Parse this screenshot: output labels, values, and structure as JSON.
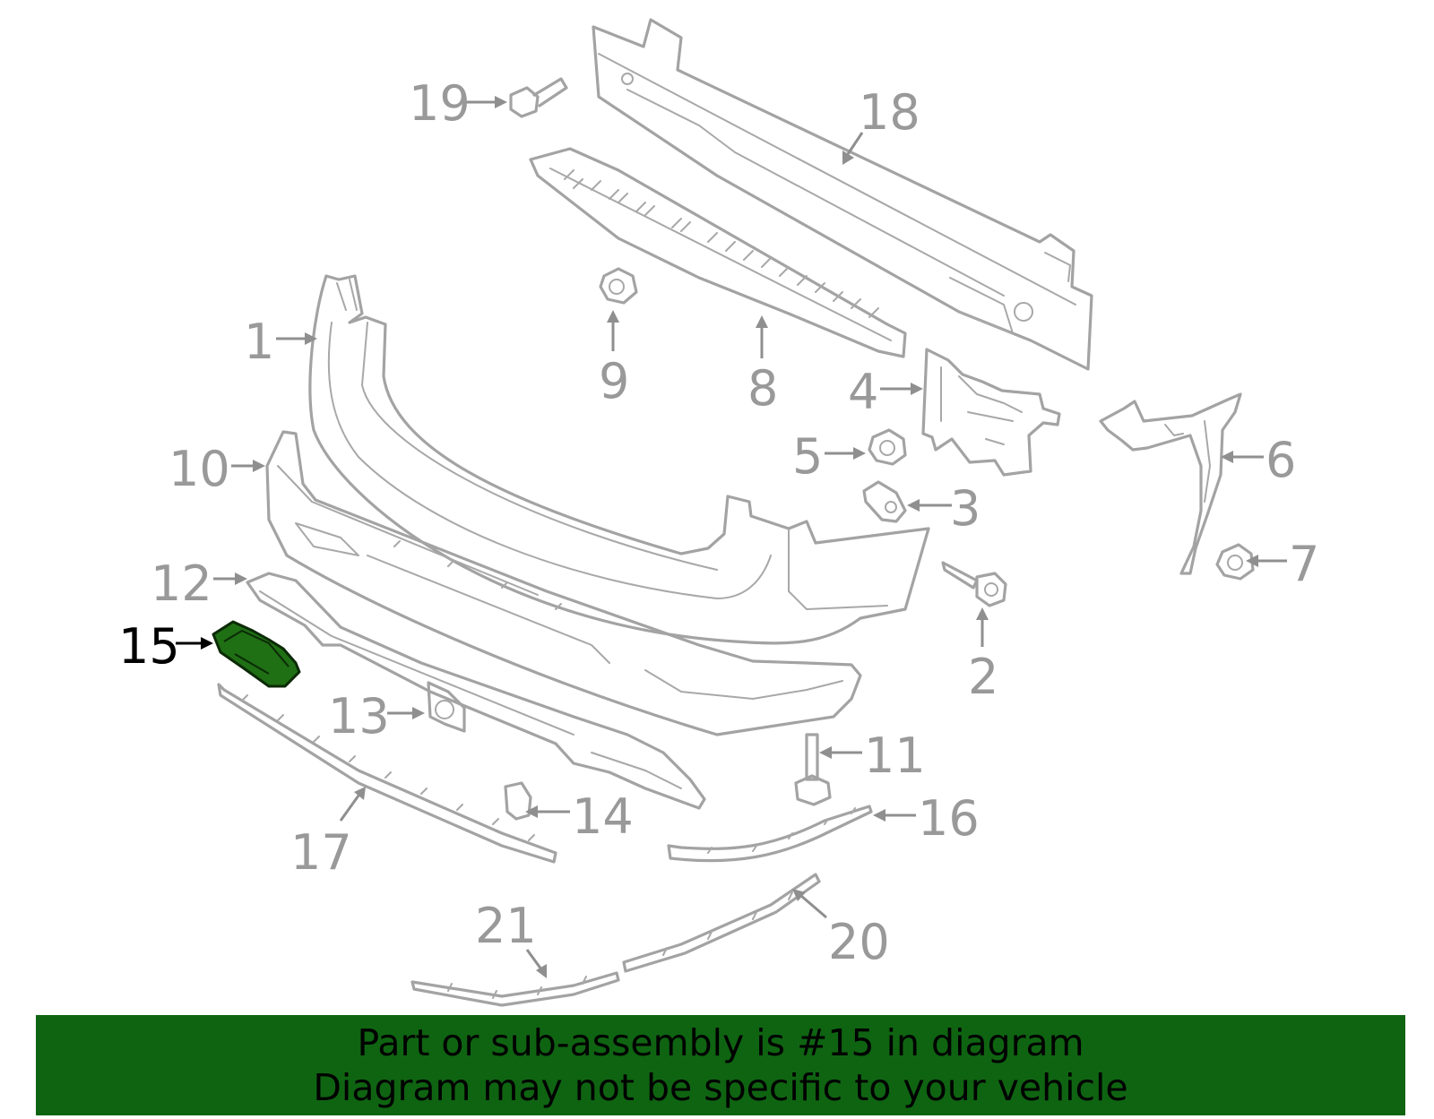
{
  "diagram": {
    "highlight_color": "#1f6f14",
    "outline_color": "#a3a3a3",
    "callouts": [
      {
        "id": "1",
        "label": "1"
      },
      {
        "id": "2",
        "label": "2"
      },
      {
        "id": "3",
        "label": "3"
      },
      {
        "id": "4",
        "label": "4"
      },
      {
        "id": "5",
        "label": "5"
      },
      {
        "id": "6",
        "label": "6"
      },
      {
        "id": "7",
        "label": "7"
      },
      {
        "id": "8",
        "label": "8"
      },
      {
        "id": "9",
        "label": "9"
      },
      {
        "id": "10",
        "label": "10"
      },
      {
        "id": "11",
        "label": "11"
      },
      {
        "id": "12",
        "label": "12"
      },
      {
        "id": "13",
        "label": "13"
      },
      {
        "id": "14",
        "label": "14"
      },
      {
        "id": "15",
        "label": "15",
        "highlighted": true
      },
      {
        "id": "16",
        "label": "16"
      },
      {
        "id": "17",
        "label": "17"
      },
      {
        "id": "18",
        "label": "18"
      },
      {
        "id": "19",
        "label": "19"
      },
      {
        "id": "20",
        "label": "20"
      },
      {
        "id": "21",
        "label": "21"
      }
    ]
  },
  "banner": {
    "background": "#0f6412",
    "line1": "Part or sub-assembly is #15 in diagram",
    "line2": "Diagram may not be specific to your vehicle"
  }
}
